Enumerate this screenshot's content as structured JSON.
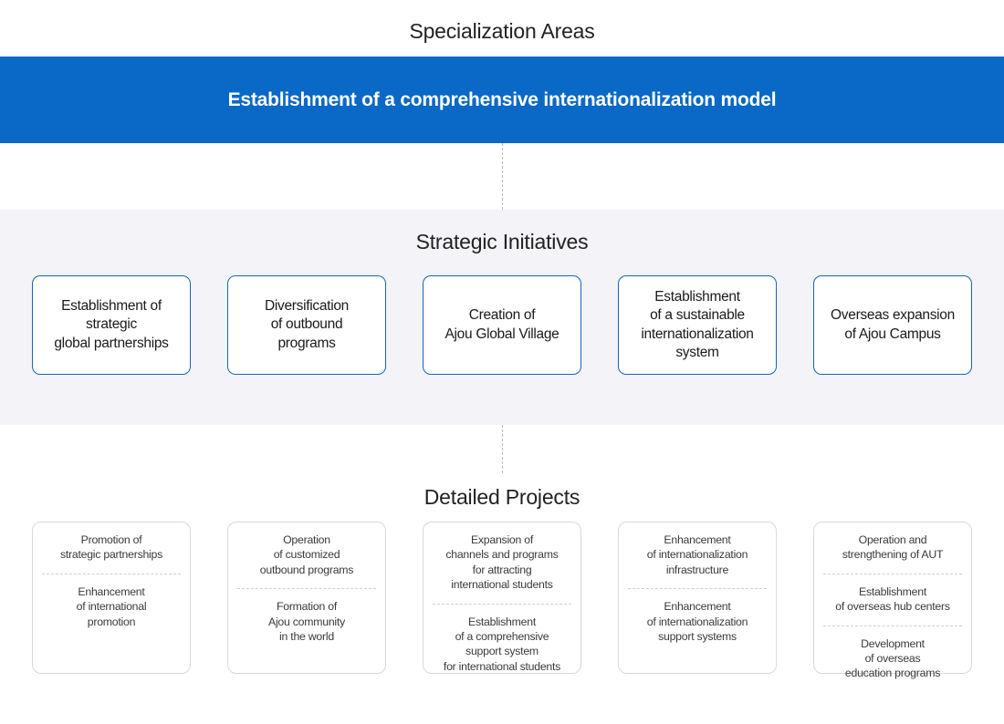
{
  "sections": {
    "specialization": {
      "title": "Specialization Areas",
      "banner_text": "Establishment of a comprehensive internationalization model",
      "banner_color": "#0a68c6"
    },
    "strategic": {
      "title": "Strategic Initiatives",
      "background_color": "#f3f3f8",
      "card_border_color": "#1565b8",
      "cards": [
        {
          "label": "Establishment of\nstrategic\nglobal partnerships"
        },
        {
          "label": "Diversification\nof outbound\nprograms"
        },
        {
          "label": "Creation of\nAjou Global Village"
        },
        {
          "label": "Establishment\nof a sustainable\ninternationalization\nsystem"
        },
        {
          "label": "Overseas expansion\nof Ajou Campus"
        }
      ]
    },
    "detailed": {
      "title": "Detailed Projects",
      "card_border_color": "#d8d8d8",
      "cards": [
        {
          "items": [
            {
              "label": "Promotion of\nstrategic partnerships"
            },
            {
              "label": "Enhancement\nof international\npromotion"
            }
          ]
        },
        {
          "items": [
            {
              "label": "Operation\nof customized\noutbound programs"
            },
            {
              "label": "Formation of\nAjou community\nin the world"
            }
          ]
        },
        {
          "items": [
            {
              "label": "Expansion of\nchannels and programs\nfor attracting\ninternational students"
            },
            {
              "label": "Establishment\nof a comprehensive\nsupport system\nfor international students"
            }
          ]
        },
        {
          "items": [
            {
              "label": "Enhancement\nof internationalization\ninfrastructure"
            },
            {
              "label": "Enhancement\nof internationalization\nsupport systems"
            }
          ]
        },
        {
          "items": [
            {
              "label": "Operation and\nstrengthening of AUT"
            },
            {
              "label": "Establishment\nof overseas hub centers"
            },
            {
              "label": "Development\nof overseas\neducation programs"
            }
          ]
        }
      ]
    }
  }
}
